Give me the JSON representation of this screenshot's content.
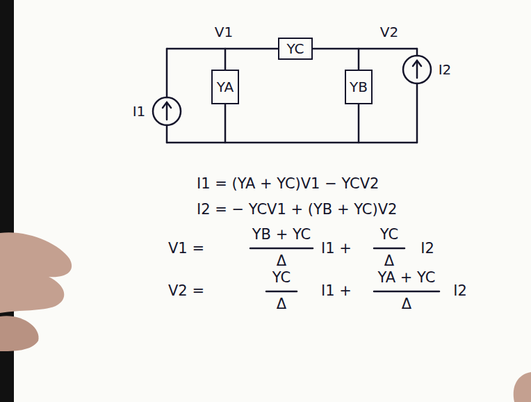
{
  "diagram": {
    "nodes": [
      {
        "text": [
          "YA"
        ]
      },
      {
        "text": [
          "YC"
        ]
      },
      {
        "text": [
          "YB"
        ]
      }
    ],
    "edges": [
      {
        "from": 0,
        "to": 1,
        "arrow": "none"
      },
      {
        "from": 1,
        "to": 2,
        "arrow": "none"
      },
      {
        "from": 0,
        "to": 2,
        "arrow": "none"
      }
    ],
    "labels": [
      "V1",
      "V2",
      "I1",
      "I2",
      "I1 = (YA + YC)V1 − YCV2",
      "I2 = − YCV1 + (YB + YC)V2",
      "V1 =",
      "YB + YC",
      "Δ",
      "I1 +",
      "YC",
      "Δ",
      "I2",
      "V2 =",
      "YC",
      "Δ",
      "I1 +",
      "YA + YC",
      "Δ",
      "I2"
    ]
  }
}
